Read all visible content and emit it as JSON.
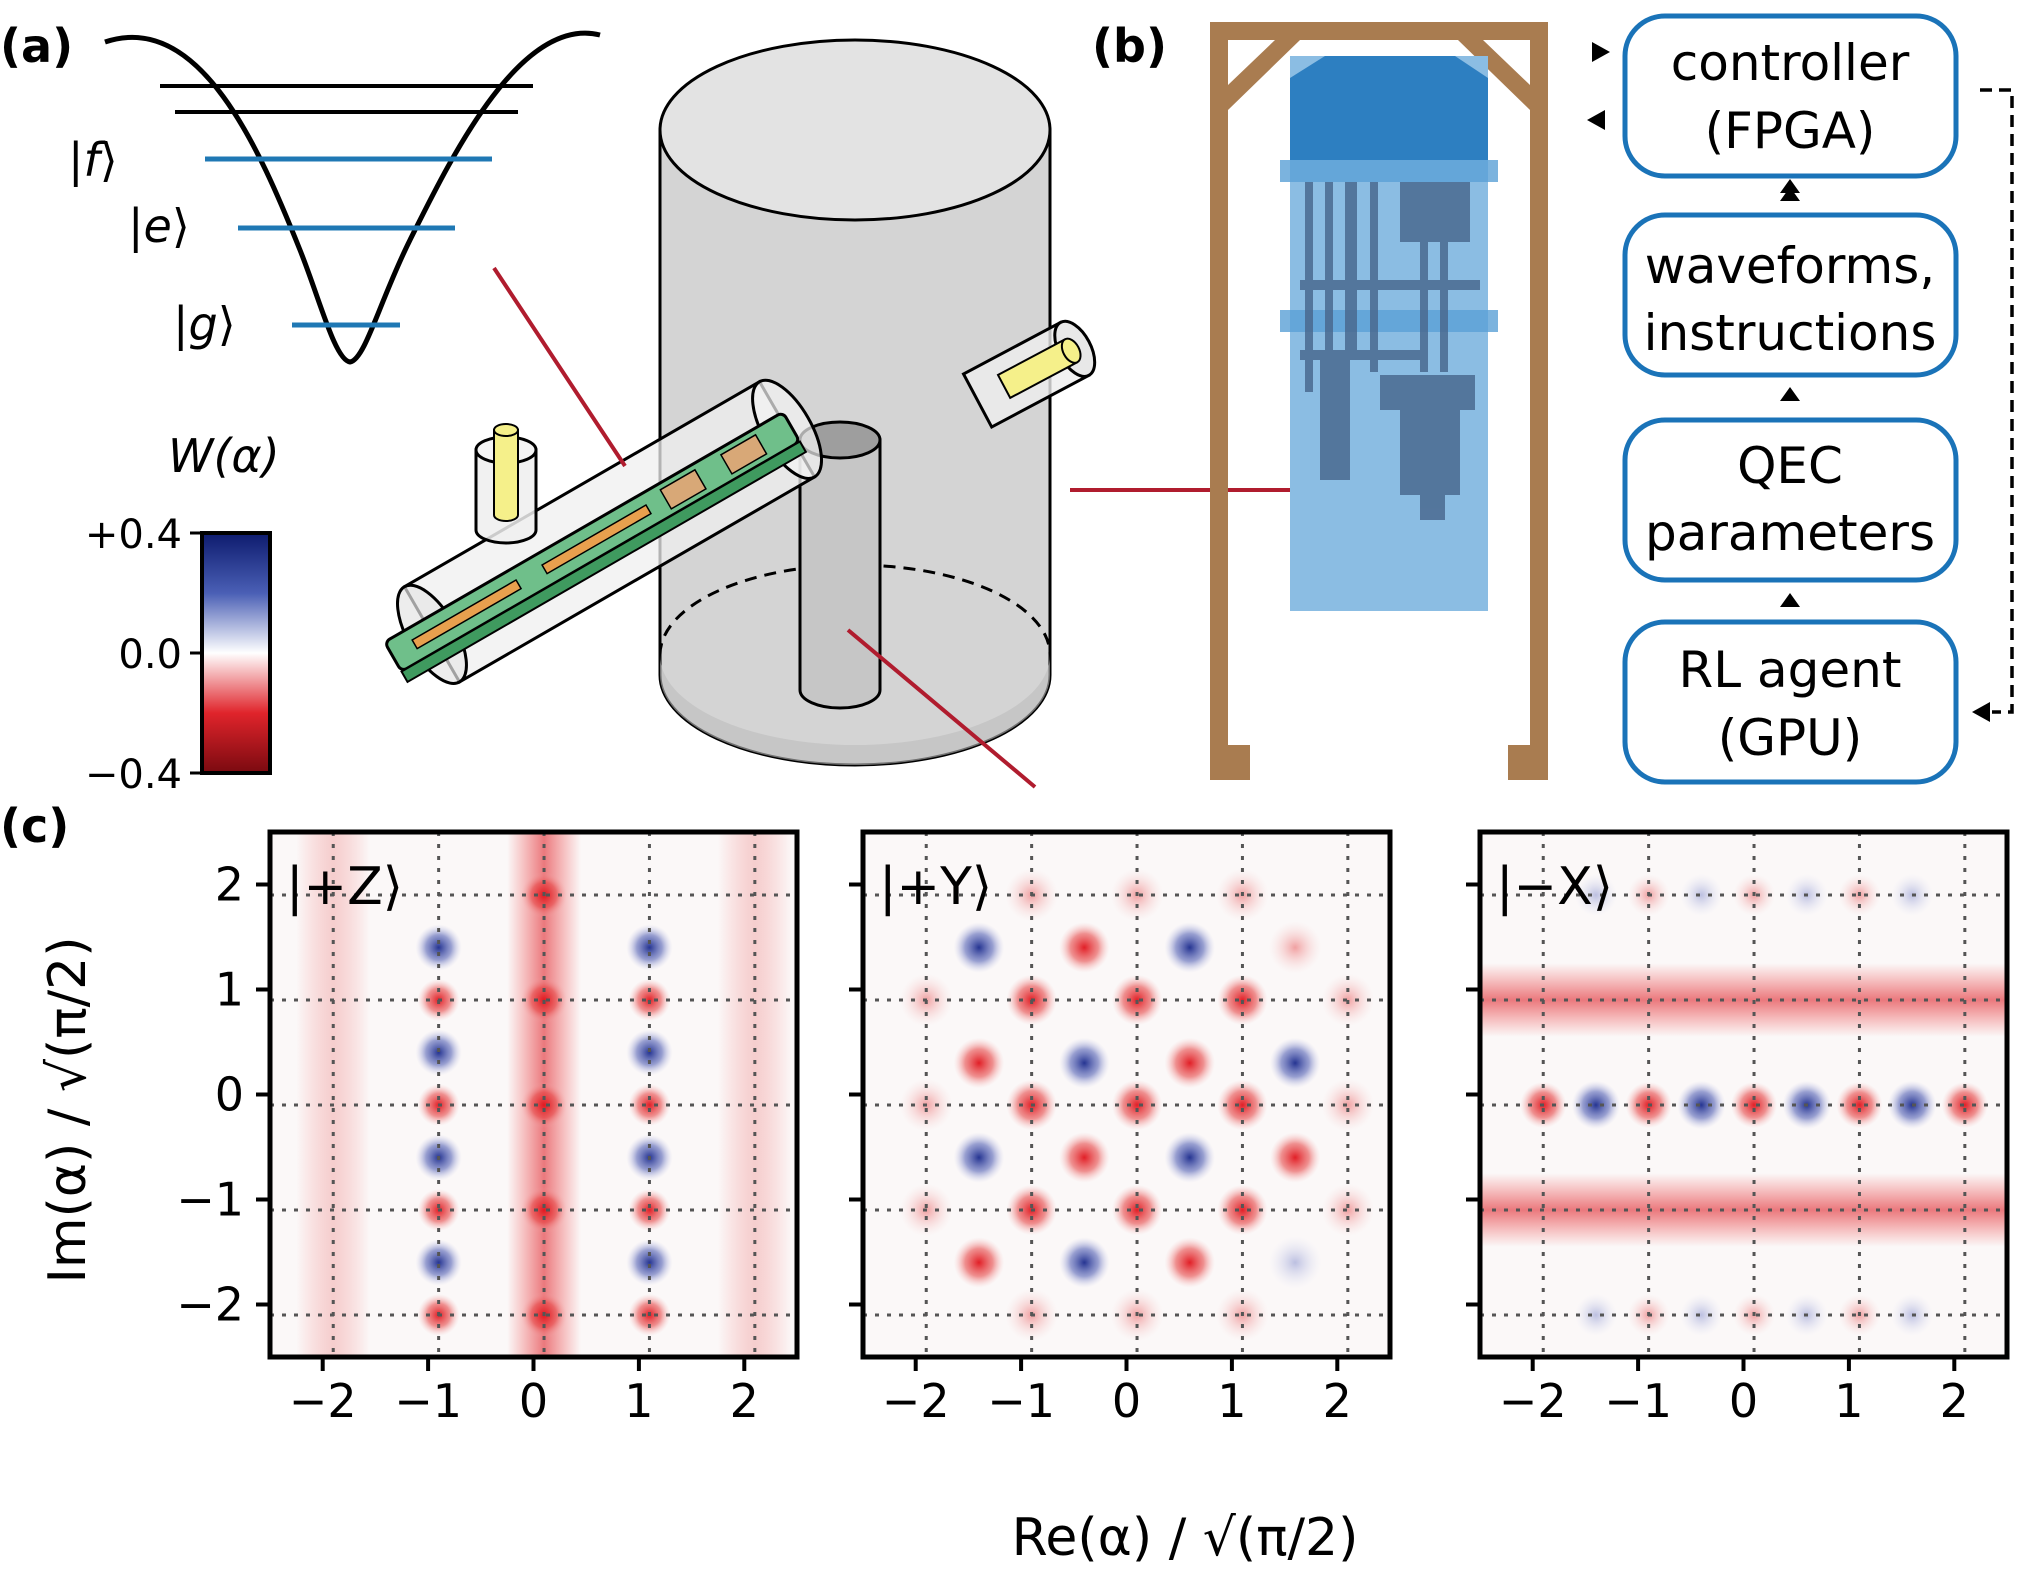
{
  "panels": {
    "a_label": "(a)",
    "b_label": "(b)",
    "c_label": "(c)"
  },
  "panel_a": {
    "levels": [
      {
        "ket_inner": "f"
      },
      {
        "ket_inner": "e"
      },
      {
        "ket_inner": "g"
      }
    ],
    "colorbar": {
      "title": "W(α)",
      "ticks": [
        "+0.4",
        "0.0",
        "−0.4"
      ],
      "values": [
        0.4,
        0.0,
        -0.4
      ]
    }
  },
  "panel_b": {
    "stack": [
      {
        "line1": "controller",
        "line2": "(FPGA)"
      },
      {
        "line1": "waveforms,",
        "line2": "instructions"
      },
      {
        "line1": "QEC",
        "line2": "parameters"
      },
      {
        "line1": "RL agent",
        "line2": "(GPU)"
      }
    ]
  },
  "colors": {
    "blue_level": "#1f78b4",
    "box_border": "#1a73b8",
    "frame": "#a97c50",
    "fridge_top": "#2d7fc1",
    "fridge_body": "#8bbde3",
    "red_line": "#b01c2e",
    "wigner_pos": "#1a237e",
    "wigner_neg": "#d7191c"
  },
  "chart_data": [
    {
      "type": "heatmap",
      "state_label": "|+Z⟩",
      "xlim": [
        -2.5,
        2.5
      ],
      "ylim": [
        -2.5,
        2.5
      ],
      "xticks": [
        -2,
        -1,
        0,
        1,
        2
      ],
      "yticks": [
        -2,
        -1,
        0,
        1,
        2
      ],
      "grid": true,
      "grid_x": [
        -1.9,
        -0.9,
        0.1,
        1.1,
        2.1
      ],
      "grid_y": [
        -2.1,
        -1.1,
        -0.1,
        0.9,
        1.9
      ]
    },
    {
      "type": "heatmap",
      "state_label": "|+Y⟩",
      "xlim": [
        -2.5,
        2.5
      ],
      "ylim": [
        -2.5,
        2.5
      ],
      "xticks": [
        -2,
        -1,
        0,
        1,
        2
      ],
      "yticks": [
        -2,
        -1,
        0,
        1,
        2
      ],
      "grid": true,
      "grid_x": [
        -1.9,
        -0.9,
        0.1,
        1.1,
        2.1
      ],
      "grid_y": [
        -2.1,
        -1.1,
        -0.1,
        0.9,
        1.9
      ]
    },
    {
      "type": "heatmap",
      "state_label": "|−X⟩",
      "xlim": [
        -2.5,
        2.5
      ],
      "ylim": [
        -2.5,
        2.5
      ],
      "xticks": [
        -2,
        -1,
        0,
        1,
        2
      ],
      "yticks": [
        -2,
        -1,
        0,
        1,
        2
      ],
      "grid": true,
      "grid_x": [
        -1.9,
        -0.9,
        0.1,
        1.1,
        2.1
      ],
      "grid_y": [
        -2.1,
        -1.1,
        -0.1,
        0.9,
        1.9
      ]
    }
  ],
  "axes": {
    "xlabel": "Re(α) / √(π/2)",
    "ylabel": "Im(α) / √(π/2)"
  }
}
